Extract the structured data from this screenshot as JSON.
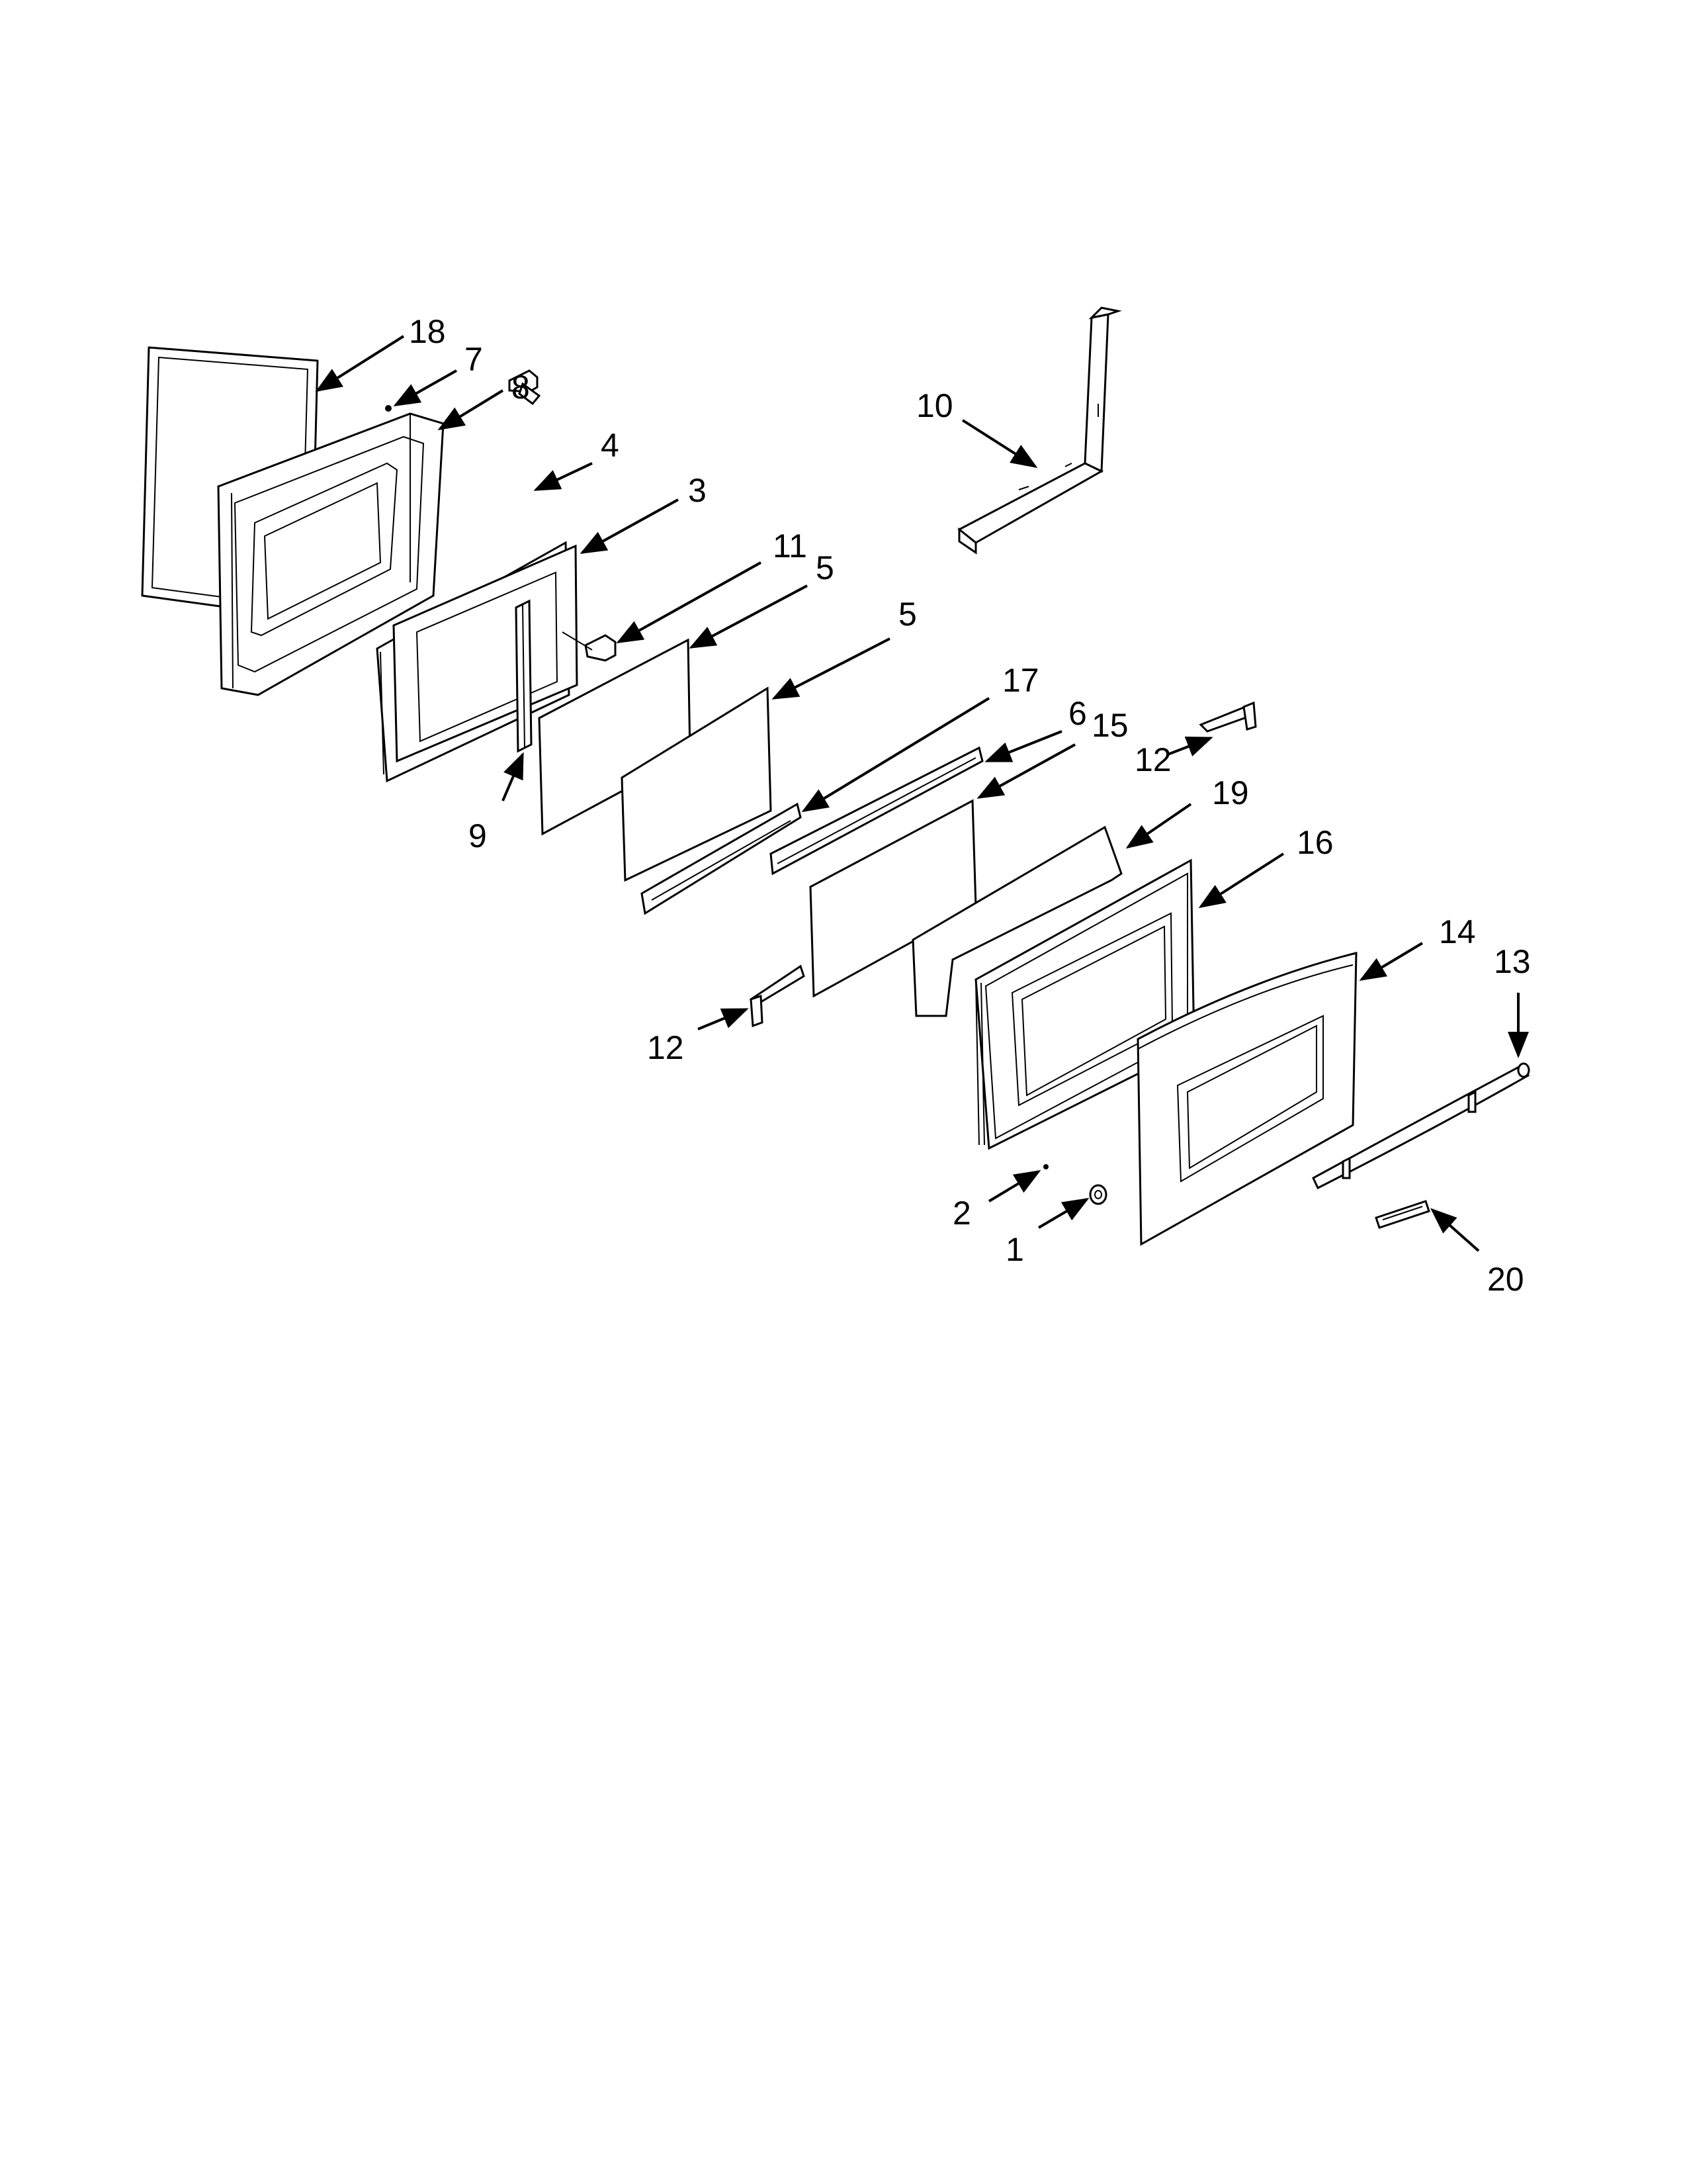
{
  "callouts": {
    "c1": "1",
    "c2": "2",
    "c3": "3",
    "c4": "4",
    "c5a": "5",
    "c5b": "5",
    "c6": "6",
    "c7": "7",
    "c8": "8",
    "c9": "9",
    "c10": "10",
    "c11": "11",
    "c12a": "12",
    "c12b": "12",
    "c13": "13",
    "c14": "14",
    "c15": "15",
    "c16": "16",
    "c17": "17",
    "c18": "18",
    "c19": "19",
    "c20": "20"
  }
}
